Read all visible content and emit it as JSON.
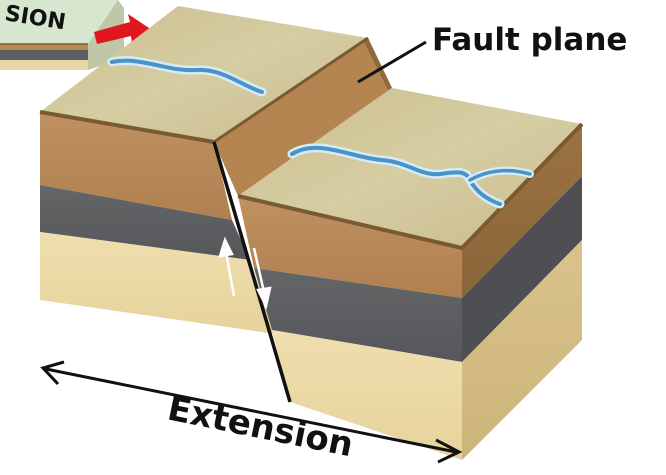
{
  "labels": {
    "fault_plane": "Fault plane",
    "extension": "Extension",
    "inset_text": "SION"
  },
  "colors": {
    "surface": "#cfc59a",
    "surface_light": "#dcd6ae",
    "topsoil": "#b98a55",
    "rim": "#7a5a32",
    "gray_layer": "#5e5f61",
    "sand": "#ecdba8",
    "river": "#4b92c9",
    "river_edge": "#cfe7f3",
    "arrow_red": "#e0171e",
    "ink": "#111111"
  },
  "icons": {
    "motion_arrow": "red-arrow-icon",
    "fault_motion": "double-arrow-icon"
  }
}
